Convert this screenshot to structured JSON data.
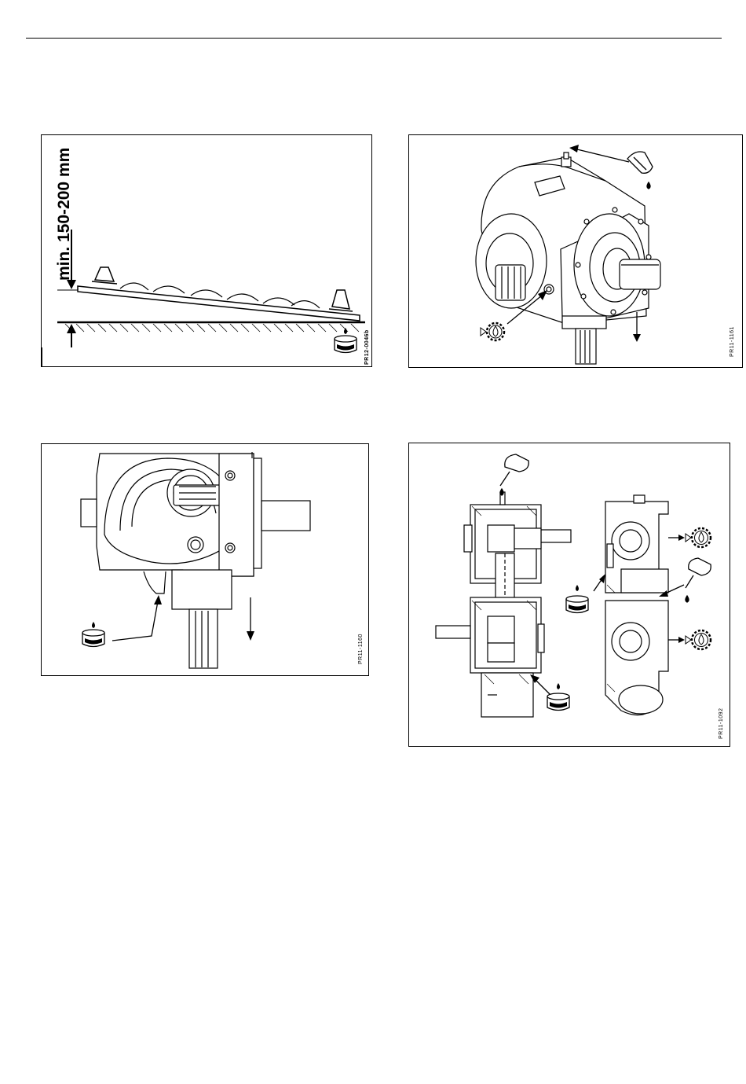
{
  "figures": [
    {
      "code": "PR12-0046b",
      "label": "min. 150-200 mm"
    },
    {
      "code": "PR11-1161"
    },
    {
      "code": "PR11-1160"
    },
    {
      "code": "PR11-1092"
    }
  ],
  "icons": [
    "oil-drain-pan-icon",
    "oil-can-icon",
    "oil-level-gauge-icon"
  ]
}
